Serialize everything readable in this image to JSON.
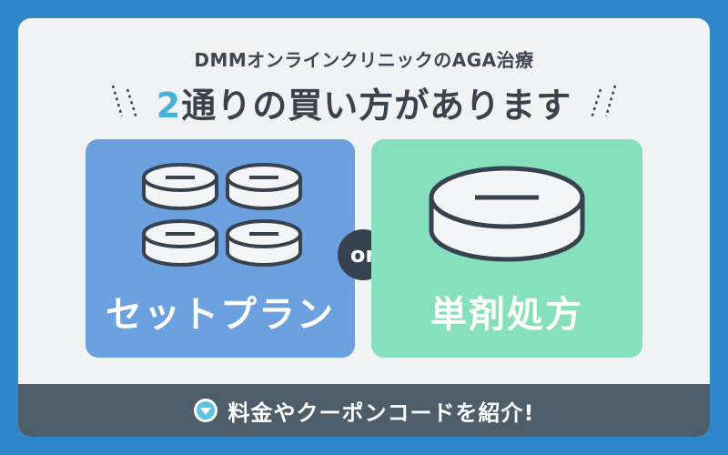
{
  "header": {
    "subtitle": "DMMオンラインクリニックのAGA治療",
    "headline_num": "2",
    "headline_rest": "通りの買い方があります"
  },
  "plans": {
    "left": {
      "label": "セットプラン",
      "color": "#6aa1de"
    },
    "right": {
      "label": "単剤処方",
      "color": "#86e0bd"
    },
    "separator": "or"
  },
  "footer": {
    "cta_label": "料金やクーポンコードを紹介!",
    "icon": "chevron-down-icon"
  },
  "colors": {
    "background": "#2e87c8",
    "card": "#f1f2f4",
    "accent": "#48b1d6",
    "footer_bar": "#4e5d6a"
  }
}
